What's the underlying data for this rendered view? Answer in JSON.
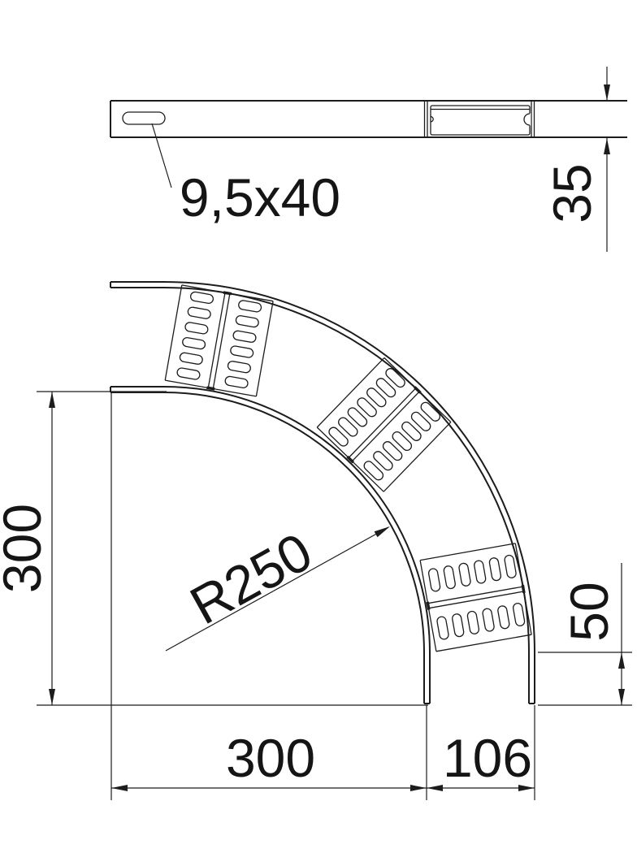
{
  "colors": {
    "line": "#1c1c1c",
    "background": "#ffffff"
  },
  "views": {
    "side_profile": {
      "slot_label": "9,5x40",
      "height_dim": "35"
    },
    "bend_plan": {
      "radius_dim": "R250",
      "vertical_leg_dim": "300",
      "horizontal_leg_dim": "300",
      "end_width_dim": "106",
      "end_straight_dim": "50"
    }
  }
}
